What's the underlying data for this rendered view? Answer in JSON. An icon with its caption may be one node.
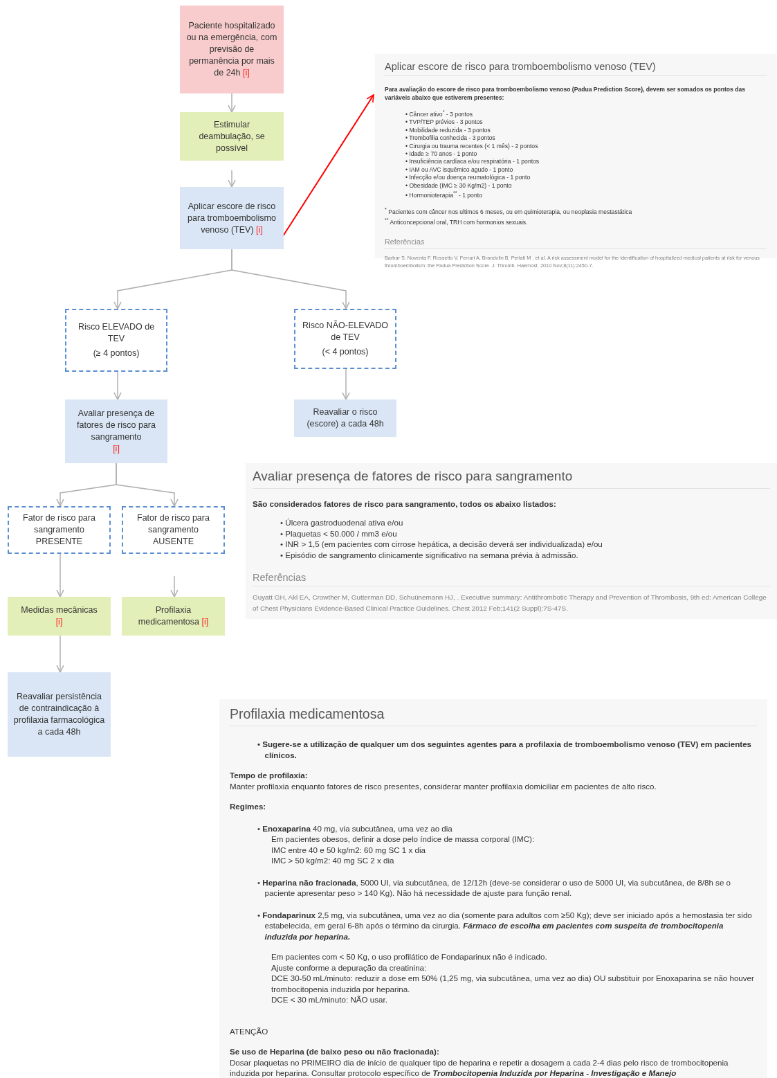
{
  "diagram": {
    "nodes": [
      {
        "text": [
          "Paciente hospitalizado ou na emergência, com previsão de permanência por mais de 24h",
          "[i]"
        ]
      },
      {
        "text": [
          "Estimular deambulação, se possível"
        ]
      },
      {
        "text": [
          "Aplicar escore de risco para tromboembolismo venoso (TEV)",
          "[i]"
        ]
      },
      {
        "text": [
          "Aplicar escore de risco para tromboembolismo venoso (TEV)",
          "Para avaliação do escore de risco para tromboembolismo venoso (Padua Prediction Score), devem ser somados os pontos das variáveis abaixo que estiverem presentes:",
          "• Câncer ativo$^{*}$ - 3 pontos",
          "• TVP/TEP prévios - 3 pontos",
          "• Mobilidade reduzida - 3 pontos",
          "• Trombofilia conhecida - 3 pontos",
          "• Cirurgia ou trauma recentes (< 1 mês) - 2 pontos",
          "• Idade ≥ 70 anos - 1 ponto",
          "• Insuficiência cardíaca e/ou respiratória - 1 pontos",
          "• IAM ou AVC isquêmico agudo - 1 ponto",
          "• Infecção e/ou doença reumatológica - 1 ponto",
          "• Obesidade (IMC ≥ 30 Kg/m2) - 1 ponto",
          "• Hormonioterapia$^{**}$ - 1 ponto",
          "$^{*}$ Pacientes com câncer nos ultimos 6 meses, ou em quimioterapia, ou neoplasia mestastática",
          "$^{**}$ Anticoncepcional oral, TRH com hormonios sexuais.",
          "Referências",
          "Barbar S, Noventa F, Rossetto V, Ferrari A, Brandolin B, Perlati M , et al. A risk assessment model for the identification of hospitalized medical patients at risk for venous thromboembolism: the Padua Prediction Score. J. Thromb. Haemost. 2010 Nov;8(11):2450-7."
        ]
      },
      {
        "text": [
          "Risco ELEVADO de TEV",
          "(≥ 4 pontos)"
        ]
      },
      {
        "text": [
          "Risco NÃO-ELEVADO de TEV",
          "(< 4 pontos)"
        ]
      },
      {
        "text": [
          "Avaliar presença de fatores de risco para sangramento",
          "[i]"
        ]
      },
      {
        "text": [
          "Reavaliar o risco (escore) a cada 48h"
        ]
      },
      {
        "text": [
          "Avaliar presença de fatores de risco para sangramento",
          "São considerados fatores de risco para sangramento, todos os abaixo listados:",
          "• Úlcera gastroduodenal ativa e/ou",
          "• Plaquetas < 50.000 / mm3 e/ou",
          "• INR > 1,5 (em pacientes com cirrose hepática, a decisão deverá ser individualizada) e/ou",
          "• Episódio de sangramento clinicamente significativo na semana prévia à admissão.",
          "Referências",
          "Guyatt GH, Akl EA, Crowther M, Gutterman DD, Schuünemann HJ, . Executive summary: Antithrombotic Therapy and Prevention of Thrombosis, 9th ed: American College of Chest Physicians Evidence-Based Clinical Practice Guidelines. Chest 2012 Feb;141(2 Suppl):7S-47S."
        ]
      },
      {
        "text": [
          "Fator de risco para sangramento PRESENTE"
        ]
      },
      {
        "text": [
          "Fator de risco para sangramento AUSENTE"
        ]
      },
      {
        "text": [
          "Medidas mecânicas",
          "[i]"
        ]
      },
      {
        "text": [
          "Profilaxia medicamentosa",
          "[i]"
        ]
      },
      {
        "text": [
          "Reavaliar persistência de contraindicação à profilaxia farmacológica a cada 48h"
        ]
      },
      {
        "text": [
          "Profilaxia medicamentosa",
          "• Sugere-se a utilização de qualquer um dos seguintes agentes para a profilaxia de tromboembolismo venoso (TEV) em pacientes clínicos.",
          "Tempo de profilaxia:",
          "Manter profilaxia enquanto fatores de risco presentes, considerar manter profilaxia domiciliar em pacientes de alto risco.",
          "Regimes:",
          "• **Enoxaparina** 40 mg, via subcutânea, uma vez ao dia",
          "Em pacientes obesos, definir a dose pelo índice de massa corporal (IMC):",
          "IMC entre 40 e 50 kg/m2: 60 mg SC 1 x dia",
          "IMC > 50 kg/m2: 40 mg SC 2 x dia",
          "• **Heparina não fracionada**, 5000 UI, via subcutânea, de 12/12h (deve-se considerar o uso de 5000 UI, via subcutânea, de 8/8h se o paciente apresentar peso > 140 Kg). Não há necessidade de ajuste para função renal.",
          "• **Fondaparinux** 2,5 mg, via subcutânea, uma vez ao dia (somente para adultos com ≥50 Kg); deve ser iniciado após a hemostasia ter sido estabelecida, em geral 6-8h após o término da cirurgia. *Fármaco de escolha em pacientes com suspeita de trombocitopenia induzida por heparina.*",
          "Em pacientes com < 50 Kg, o uso profilático de Fondaparinux não é indicado.",
          "Ajuste conforme a depuração da creatinina:",
          "DCE 30-50 mL/minuto: reduzir a dose em 50% (1,25 mg, via subcutânea, uma vez ao dia) OU substituir por Enoxaparina se não houver trombocitopenia induzida por heparina.",
          "DCE < 30 mL/minuto: NÃO usar.",
          "ATENÇÃO",
          "Se uso de Heparina (de baixo peso ou não fracionada):",
          "Dosar plaquetas no PRIMEIRO dia de início de qualquer tipo de heparina e repetir a dosagem a cada 2-4 dias pelo risco de trombocitopenia induzida por heparina. Consultar protocolo específico de *Trombocitopenia Induzida por Heparina - Investigação e Manejo*"
        ]
      }
    ],
    "edges": [
      {
        "from": 0,
        "to": 1,
        "arrow": "to"
      },
      {
        "from": 1,
        "to": 2,
        "arrow": "to"
      },
      {
        "from": 2,
        "to": 3,
        "arrow": "to",
        "color": "#ff0000"
      },
      {
        "from": 2,
        "to": 4,
        "arrow": "to"
      },
      {
        "from": 2,
        "to": 5,
        "arrow": "to"
      },
      {
        "from": 4,
        "to": 6,
        "arrow": "to"
      },
      {
        "from": 5,
        "to": 7,
        "arrow": "to"
      },
      {
        "from": 6,
        "to": 9,
        "arrow": "to"
      },
      {
        "from": 6,
        "to": 10,
        "arrow": "to"
      },
      {
        "from": 9,
        "to": 11,
        "arrow": "to"
      },
      {
        "from": 10,
        "to": 12,
        "arrow": "to"
      },
      {
        "from": 11,
        "to": 13,
        "arrow": "to"
      }
    ]
  }
}
